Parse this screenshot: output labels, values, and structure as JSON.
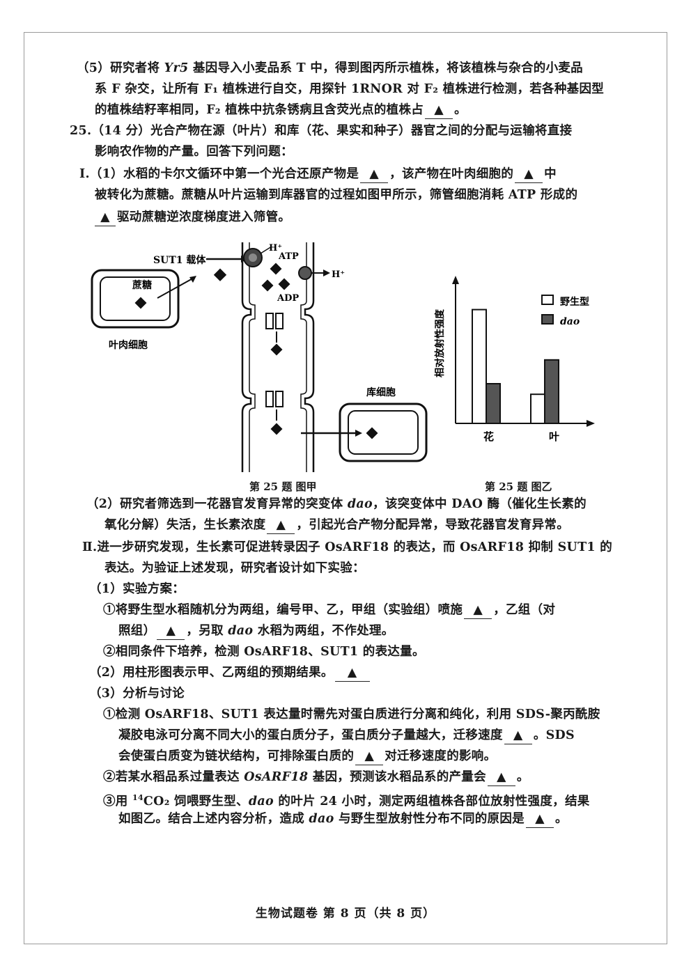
{
  "q24_5": {
    "l1": {
      "a": "（5）研究者将 ",
      "gene": "Yr5",
      "b": " 基因导入小麦品系 T 中，得到图丙所示植株，将该植株与杂合的小麦品"
    },
    "l2": "系 F 杂交，让所有 F₁ 植株进行自交，用探针 1RNOR 对 F₂ 植株进行检测，若各种基因型",
    "l3": {
      "a": "的植株结籽率相同，F₂ 植株中抗条锈病且含荧光点的植株占",
      "blank": "▲",
      "b": "。"
    }
  },
  "q25": {
    "l1": "25.（14 分）光合产物在源（叶片）和库（花、果实和种子）器官之间的分配与运输将直接",
    "l2": "影响农作物的产量。回答下列问题：",
    "I1_l1": {
      "a": "I.（1）水稻的卡尔文循环中第一个光合还原产物是",
      "blank1": "▲",
      "b": "，该产物在叶肉细胞的",
      "blank2": "▲",
      "c": "中"
    },
    "I1_l2": "被转化为蔗糖。蔗糖从叶片运输到库器官的过程如图甲所示，筛管细胞消耗 ATP 形成的",
    "I1_l3": {
      "blank": "▲",
      "a": "驱动蔗糖逆浓度梯度进入筛管。"
    },
    "I2_l1": {
      "a": "（2）研究者筛选到一花器官发育异常的突变体 ",
      "dao": "dao",
      "b": "，该突变体中 DAO 酶（催化生长素的"
    },
    "I2_l2": {
      "a": "氧化分解）失活，生长素浓度",
      "blank": "▲",
      "b": "，引起光合产物分配异常，导致花器官发育异常。"
    },
    "II_l1": "Ⅱ.进一步研究发现，生长素可促进转录因子 OsARF18 的表达，而 OsARF18 抑制 SUT1 的",
    "II_l2": "表达。为验证上述发现，研究者设计如下实验：",
    "II1": "（1）实验方案：",
    "II1a_l1": {
      "a": "①将野生型水稻随机分为两组，编号甲、乙，甲组（实验组）喷施",
      "blank": "▲",
      "b": "，乙组（对"
    },
    "II1a_l2": {
      "a": "照组）",
      "blank": "▲",
      "b": "，另取 ",
      "dao": "dao",
      "c": " 水稻为两组，不作处理。"
    },
    "II1b": "②相同条件下培养，检测 OsARF18、SUT1 的表达量。",
    "II2": {
      "a": "（2）用柱形图表示甲、乙两组的预期结果。",
      "blank": "▲"
    },
    "II3": "（3）分析与讨论",
    "II3a_l1": {
      "a": "①检测 OsARF18、SUT1 表达量时需先对蛋白质进行分离和纯化，利用 SDS-聚丙酰胺"
    },
    "II3a_l2": {
      "a": "凝胶电泳可分离不同大小的蛋白质分子，蛋白质分子量越大，迁移速度",
      "blank": "▲",
      "b": "。SDS"
    },
    "II3a_l3": {
      "a": "会使蛋白质变为链状结构，可排除蛋白质的",
      "blank": "▲",
      "b": "对迁移速度的影响。"
    },
    "II3b": {
      "a": "②若某水稻品系过量表达 ",
      "gene": "OsARF18",
      "b": " 基因，预测该水稻品系的产量会",
      "blank": "▲",
      "c": "。"
    },
    "II3c_l1": {
      "a": "③用 ",
      "sup": "14",
      "b": "CO₂ 饲喂野生型、",
      "dao": "dao",
      "c": " 的叶片 24 小时，测定两组植株各部位放射性强度，结果"
    },
    "II3c_l2": {
      "a": "如图乙。结合上述内容分析，造成 ",
      "dao": "dao",
      "b": " 与野生型放射性分布不同的原因是",
      "blank": "▲",
      "c": "。"
    }
  },
  "fig_a": {
    "sut1": "SUT1 载体",
    "sucrose": "蔗糖",
    "mesophyll": "叶肉细胞",
    "sink": "库细胞",
    "atp": "ATP",
    "adp": "ADP",
    "h1": "H⁺",
    "h2": "H⁺",
    "caption": "第 25 题  图甲"
  },
  "chart_data": {
    "type": "bar",
    "categories": [
      "花",
      "叶"
    ],
    "series": [
      {
        "name": "野生型",
        "values": [
          0.86,
          0.22
        ],
        "color": "#ffffff"
      },
      {
        "name": "dao",
        "values": [
          0.3,
          0.48
        ],
        "color": "#555555"
      }
    ],
    "ylabel": "相对放射性强度",
    "ylim": [
      0,
      1
    ],
    "caption": "第 25 题  图乙"
  },
  "footer": "生物试题卷  第 8 页（共 8 页）"
}
